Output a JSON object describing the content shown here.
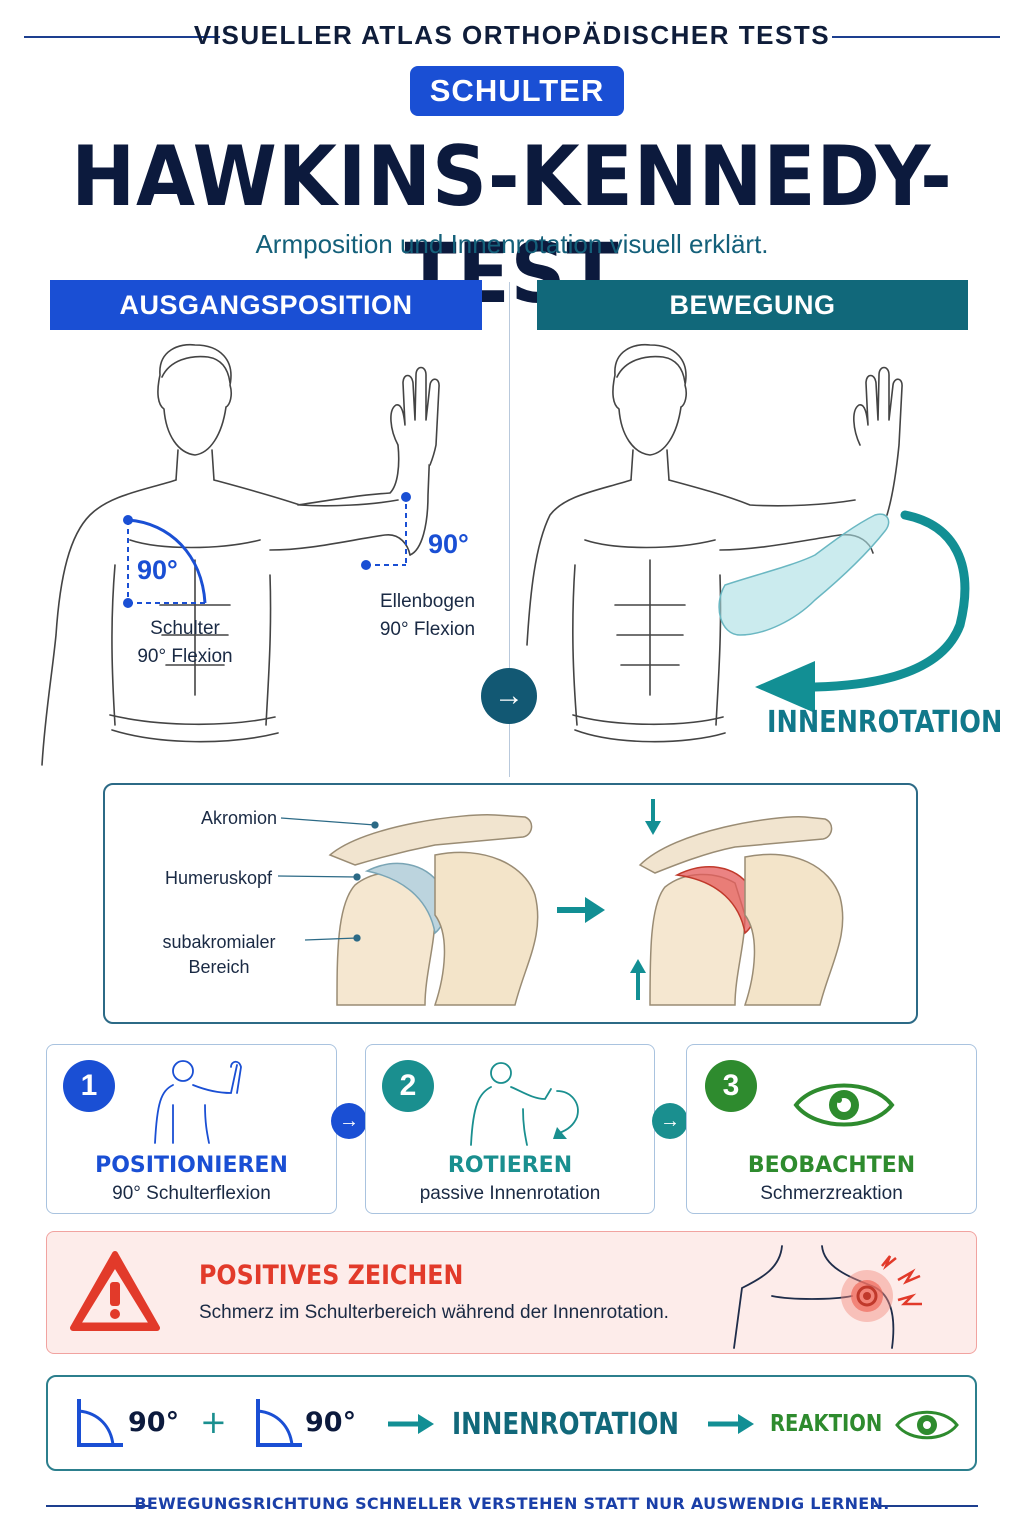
{
  "header": {
    "atlas": "VISUELLER ATLAS ORTHOPÄDISCHER TESTS",
    "category": "SCHULTER",
    "title": "HAWKINS-KENNEDY-TEST",
    "subtitle": "Armposition und Innenrotation visuell erklärt."
  },
  "panels": {
    "start": "AUSGANGSPOSITION",
    "move": "BEWEGUNG"
  },
  "start_figure": {
    "shoulder_angle": "90°",
    "shoulder_label_1": "Schulter",
    "shoulder_label_2": "90° Flexion",
    "elbow_angle": "90°",
    "elbow_label_1": "Ellenbogen",
    "elbow_label_2": "90° Flexion"
  },
  "move_figure": {
    "rotation_label": "INNENROTATION"
  },
  "anatomy": {
    "akromion": "Akromion",
    "humeruskopf": "Humeruskopf",
    "subakromial_1": "subakromialer",
    "subakromial_2": "Bereich"
  },
  "steps": [
    {
      "num": "1",
      "title": "POSITIONIEREN",
      "sub": "90° Schulterflexion",
      "color": "#1a4fd4"
    },
    {
      "num": "2",
      "title": "ROTIEREN",
      "sub": "passive Innenrotation",
      "color": "#1a8f8f"
    },
    {
      "num": "3",
      "title": "BEOBACHTEN",
      "sub": "Schmerzreaktion",
      "color": "#2e8b2e"
    }
  ],
  "positive": {
    "title": "POSITIVES ZEICHEN",
    "text": "Schmerz im Schulterbereich während der Innenrotation."
  },
  "summary": {
    "angle1": "90°",
    "plus": "+",
    "angle2": "90°",
    "rotation": "INNENROTATION",
    "reaction": "REAKTION"
  },
  "footer": "BEWEGUNGSRICHTUNG SCHNELLER VERSTEHEN STATT NUR AUSWENDIG LERNEN.",
  "colors": {
    "blue": "#1a4fd4",
    "teal": "#11687a",
    "green": "#2e8b2e",
    "red": "#e23a2a"
  }
}
